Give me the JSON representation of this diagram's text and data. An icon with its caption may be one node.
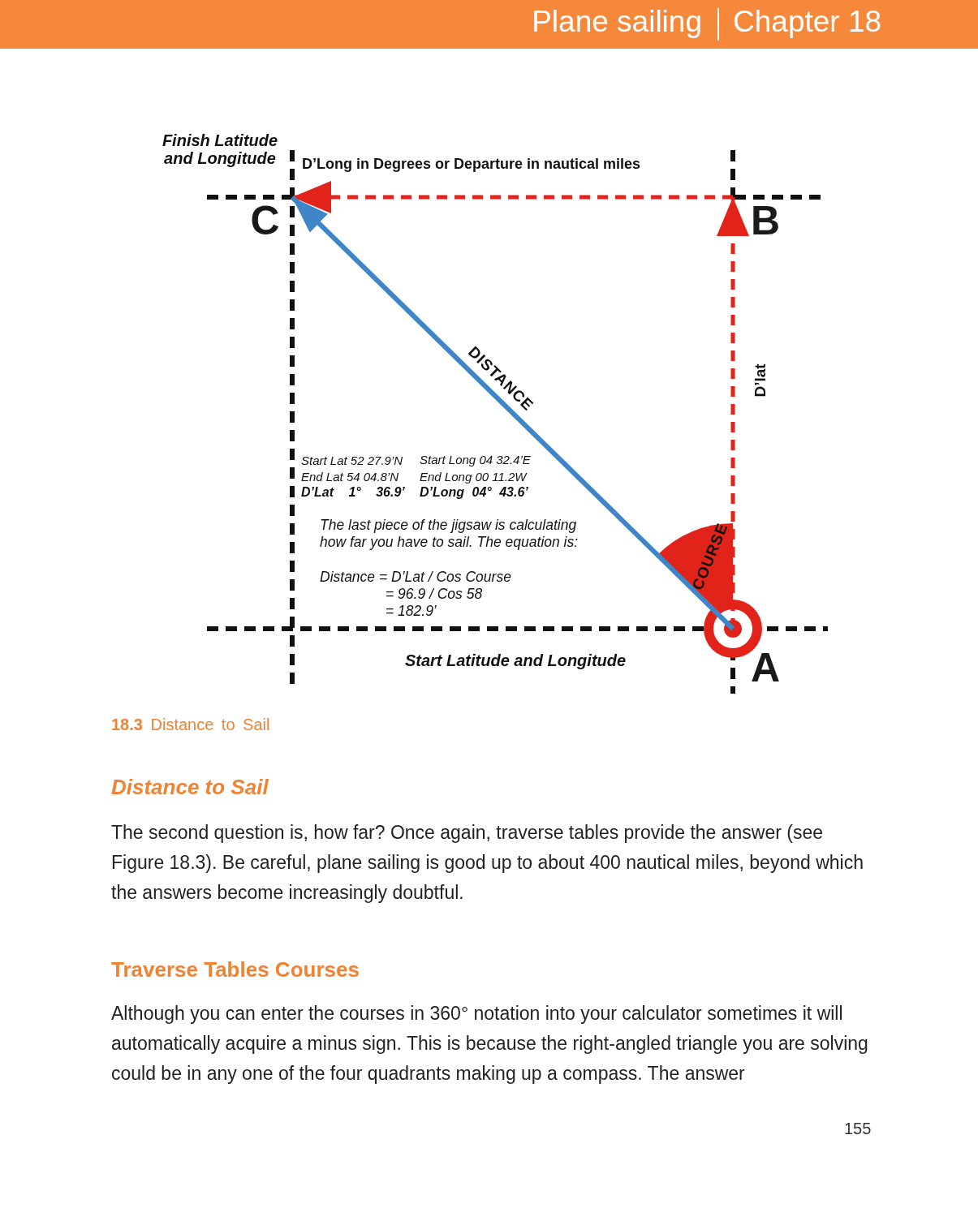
{
  "diagram": {
    "caption": "**18.3** Distance to Sail",
    "nodes": [
      {
        "text": [
          "C"
        ],
        "beside": [
          "Finish Latitude and Longitude"
        ]
      },
      {
        "text": [
          "B"
        ]
      },
      {
        "text": [
          "A"
        ]
      }
    ],
    "edges": [
      {
        "from": 2,
        "to": 1,
        "arrow": "to",
        "label": "D’lat",
        "style": "dashed"
      },
      {
        "from": 1,
        "to": 0,
        "arrow": "to",
        "label": "D’Long in Degrees or Departure in nautical miles",
        "style": "dashed"
      },
      {
        "from": 2,
        "to": 0,
        "arrow": "to",
        "label": "DISTANCE",
        "color": "#3f86c8"
      }
    ],
    "labels": [
      "Plane sailing",
      "Chapter 18",
      "COURSE",
      "Start Lat 52 27.9’N",
      "Start Long 04 32.4’E",
      "End Lat 54 04.8’N",
      "End Long 00 11.2W",
      "D’Lat 1° 36.9’",
      "D’Long 04° 43.6’",
      "The last piece of the jigsaw is calculating how far you have to sail. The equation is:",
      "Distance = D’Lat / Cos Course",
      "= 96.9 / Cos 58",
      "= 182.9’",
      "Start Latitude and Longitude",
      "Distance to Sail",
      "The second question is, how far? Once again, traverse tables provide the answer (see Figure 18.3). Be careful, plane sailing is good up to about 400 nautical miles, beyond which the answers become increasingly doubtful.",
      "Traverse Tables Courses",
      "Although you can enter the courses in 360° notation into your calculator sometimes it will automatically acquire a minus sign. This is because the right-angled triangle you are solving could be in any one of the four quadrants making up a compass. The answer",
      "155"
    ]
  }
}
